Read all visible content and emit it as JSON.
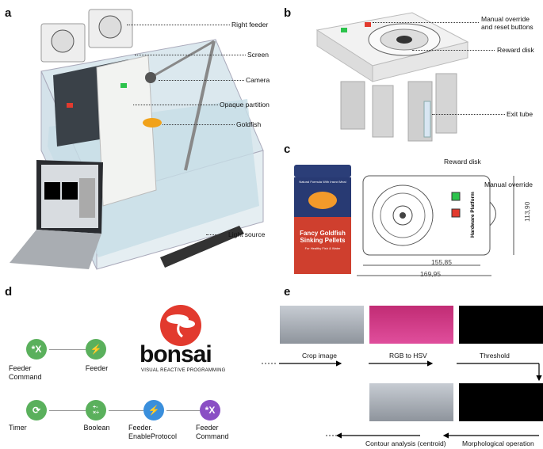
{
  "panels": {
    "a": {
      "letter": "a",
      "labels": {
        "right_feeder": "Right feeder",
        "screen": "Screen",
        "camera": "Camera",
        "opaque_partition": "Opaque partition",
        "goldfish": "Goldfish",
        "light_source": "Light source"
      }
    },
    "b": {
      "letter": "b",
      "labels": {
        "manual_override_reset": "Manual override\nand reset buttons",
        "reward_disk": "Reward disk",
        "exit_tube": "Exit tube"
      }
    },
    "c": {
      "letter": "c",
      "labels": {
        "reward_disk": "Reward disk",
        "manual_override": "Manual override"
      },
      "can_text": {
        "top": "Natural Formula With Insect Meal",
        "line1": "Fancy Goldfish",
        "line2": "Sinking Pellets",
        "line3": "For Healthy Fish & Water"
      },
      "plate_text": "Hardware Platform",
      "dimensions": {
        "width_inner": "155,85",
        "width_outer": "169,95",
        "height": "113,90"
      }
    },
    "d": {
      "letter": "d",
      "logo_text": "bonsai",
      "logo_subtitle": "VISUAL REACTIVE PROGRAMMING",
      "nodes": [
        {
          "icon": "*X",
          "label": "Feeder\nCommand",
          "color": "#5ab05c"
        },
        {
          "icon": "⚡",
          "label": "Feeder",
          "color": "#5ab05c"
        },
        {
          "icon": "⟳",
          "label": "Timer",
          "color": "#5ab05c"
        },
        {
          "icon": "+-\n×÷",
          "label": "Boolean",
          "color": "#5ab05c"
        },
        {
          "icon": "⚡",
          "label": "Feeder.\nEnableProtocol",
          "color": "#3a8fdc"
        },
        {
          "icon": "*X",
          "label": "Feeder\nCommand",
          "color": "#8a4fc4"
        }
      ]
    },
    "e": {
      "letter": "e",
      "steps": {
        "crop": "Crop image",
        "hsv": "RGB to HSV",
        "threshold": "Threshold",
        "contour": "Contour analysis (centroid)",
        "morph": "Morphological operation"
      }
    }
  }
}
